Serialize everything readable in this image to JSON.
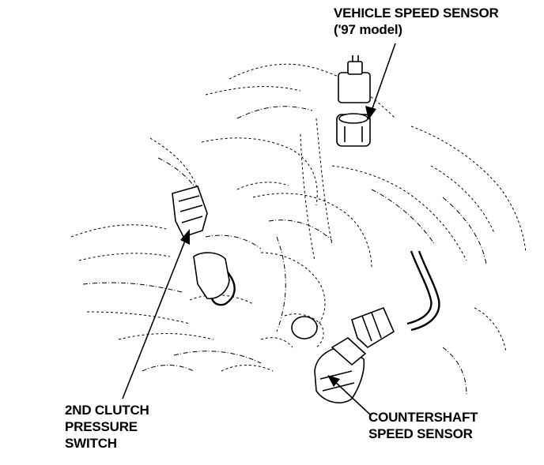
{
  "labels": {
    "vehicle_speed_sensor": {
      "line1": "VEHICLE SPEED SENSOR",
      "line2": "('97 model)"
    },
    "second_clutch_pressure_switch": {
      "line1": "2ND CLUTCH",
      "line2": "PRESSURE",
      "line3": "SWITCH"
    },
    "countershaft_speed_sensor": {
      "line1": "COUNTERSHAFT",
      "line2": "SPEED SENSOR"
    }
  },
  "colors": {
    "ink": "#000000",
    "background": "#ffffff"
  }
}
